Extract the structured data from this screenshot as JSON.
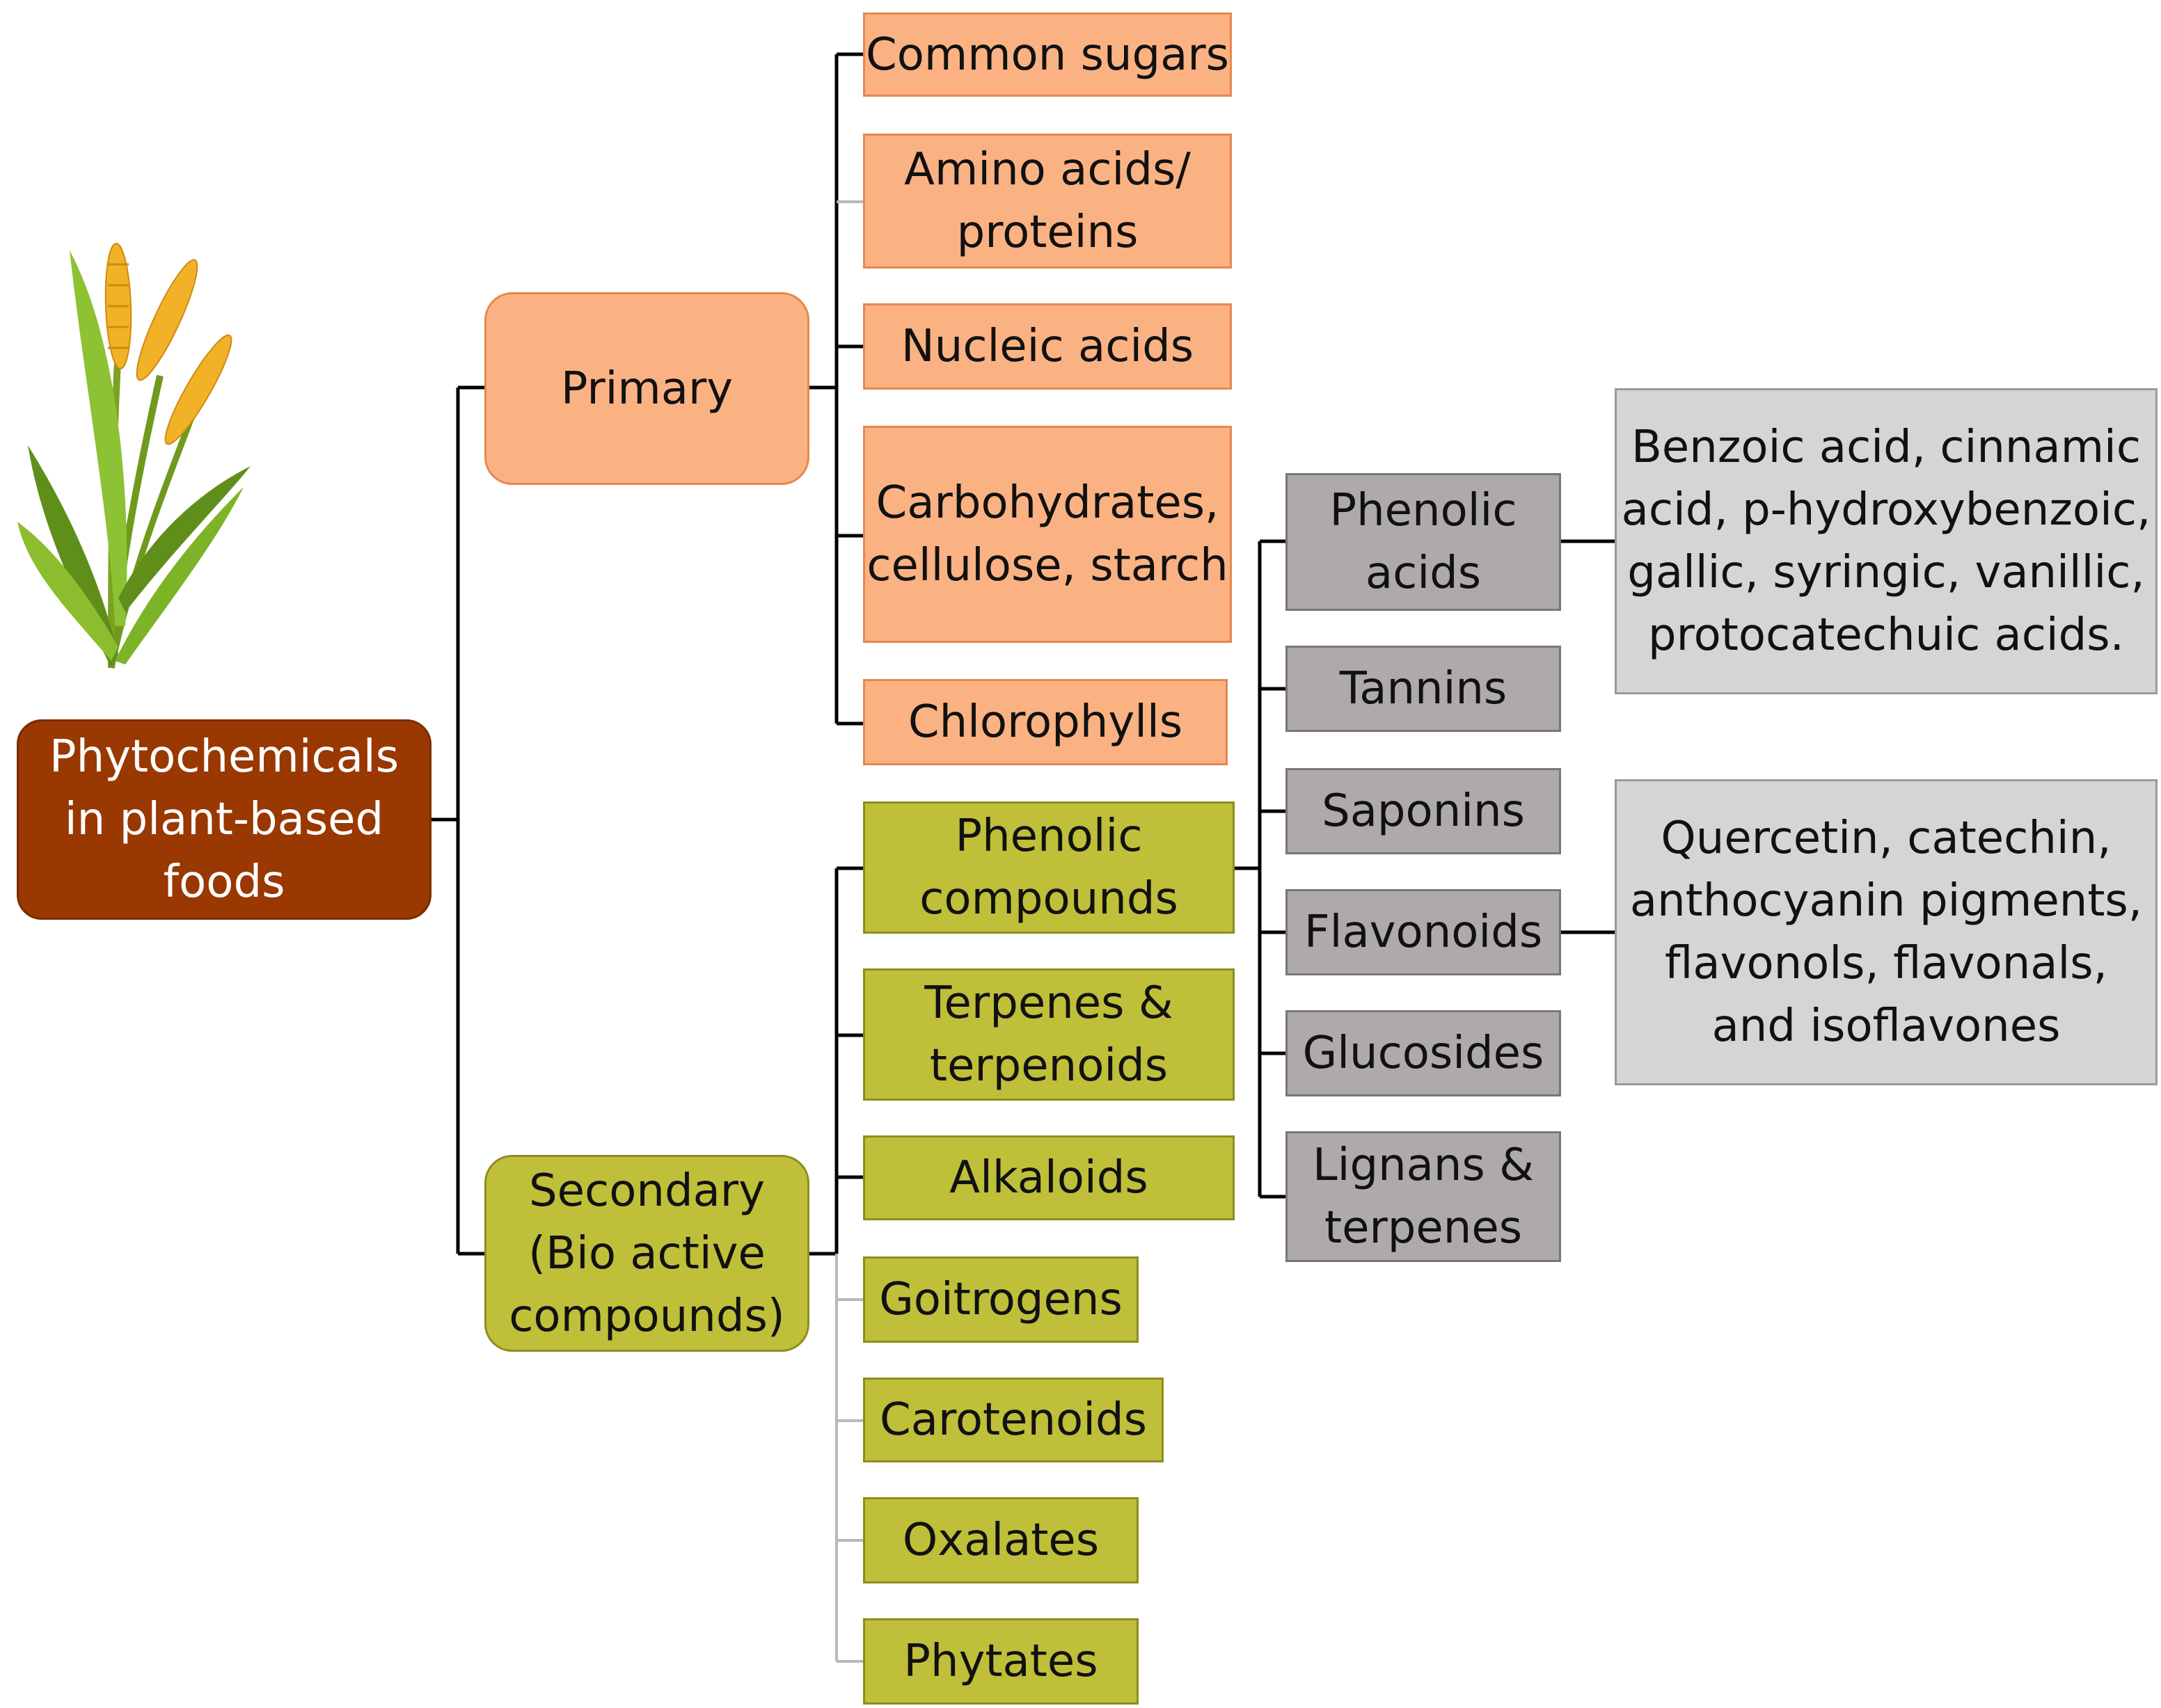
{
  "root": {
    "label": "Phytochemicals\nin plant-based\nfoods",
    "icon": "wheat-plant-icon"
  },
  "primary": {
    "label": "Primary",
    "items": [
      "Common sugars",
      "Amino acids/\nproteins",
      "Nucleic acids",
      "Carbohydrates,\ncellulose, starch",
      "Chlorophylls"
    ]
  },
  "secondary": {
    "label": "Secondary\n(Bio active\ncompounds)",
    "items": [
      "Phenolic\ncompounds",
      "Terpenes &\nterpenoids",
      "Alkaloids",
      "Goitrogens",
      "Carotenoids",
      "Oxalates",
      "Phytates"
    ]
  },
  "phenolic": {
    "items": [
      "Phenolic\nacids",
      "Tannins",
      "Saponins",
      "Flavonoids",
      "Glucosides",
      "Lignans &\nterpenes"
    ]
  },
  "details": {
    "phenolic_acids": "Benzoic acid, cinnamic\nacid, p-hydroxybenzoic,\ngallic, syringic, vanillic,\nprotocatechuic acids.",
    "flavonoids": "Quercetin, catechin,\nanthocyanin pigments,\nflavonols, flavonals,\nand isoflavones"
  },
  "colors": {
    "root": "#993800",
    "primary": "#fbb283",
    "secondary": "#bfbf3a",
    "phenolic": "#aeaaaa",
    "detail": "#d5d5d5"
  }
}
